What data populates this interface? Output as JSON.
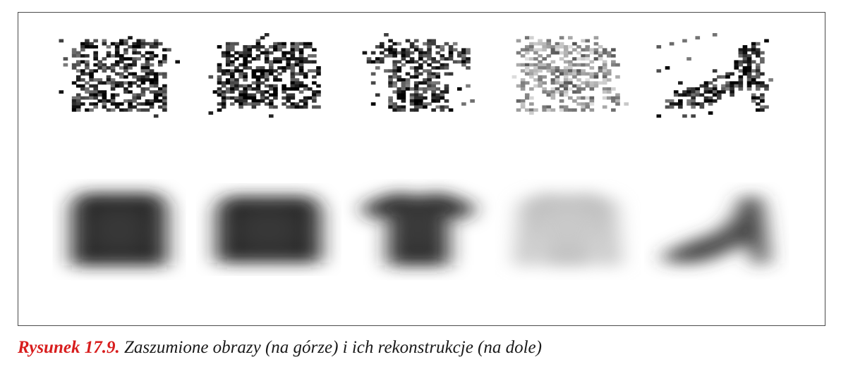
{
  "figure": {
    "columns": 5,
    "rows": [
      {
        "role": "noisy",
        "items": [
          {
            "icon": "sweater-noisy-icon",
            "shade": "#2a2a2a"
          },
          {
            "icon": "coat-noisy-icon",
            "shade": "#1e1e1e"
          },
          {
            "icon": "tshirt-noisy-icon",
            "shade": "#2e2e2e"
          },
          {
            "icon": "pullover-noisy-icon",
            "shade": "#8c8c8c"
          },
          {
            "icon": "sandal-noisy-icon",
            "shade": "#2a2a2a"
          }
        ]
      },
      {
        "role": "reconstructed",
        "items": [
          {
            "icon": "sweater-icon",
            "shade": "#1c1c1c"
          },
          {
            "icon": "coat-icon",
            "shade": "#1a1a1a"
          },
          {
            "icon": "tshirt-icon",
            "shade": "#222222"
          },
          {
            "icon": "pullover-icon",
            "shade": "#b8b8b8"
          },
          {
            "icon": "sandal-icon",
            "shade": "#3a3a3a"
          }
        ]
      }
    ]
  },
  "caption": {
    "label": "Rysunek 17.9.",
    "text": " Zaszumione obrazy (na górze) i ich rekonstrukcje (na dole)"
  }
}
